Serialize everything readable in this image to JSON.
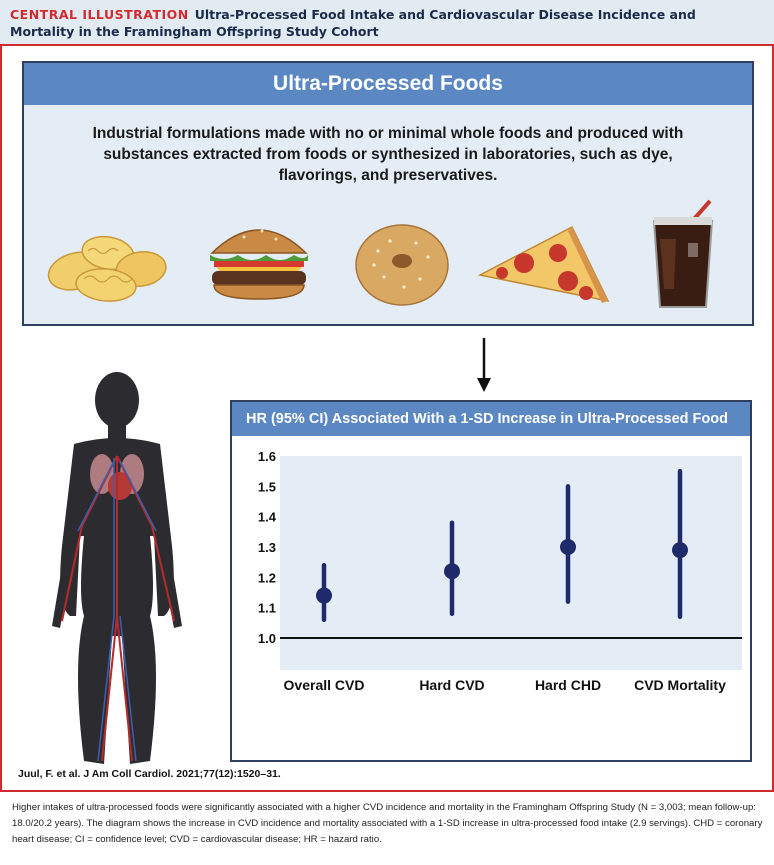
{
  "header": {
    "tag": "CENTRAL ILLUSTRATION",
    "title": "Ultra-Processed Food Intake and Cardiovascular Disease Incidence and Mortality in the Framingham Offspring Study Cohort"
  },
  "upf": {
    "title": "Ultra-Processed Foods",
    "description": "Industrial formulations made with no or minimal whole foods and produced with substances extracted from foods or synthesized in laboratories, such as dye, flavorings, and preservatives.",
    "foods": [
      "chips-icon",
      "burger-icon",
      "bagel-icon",
      "pizza-slice-icon",
      "soda-cup-icon"
    ]
  },
  "colors": {
    "accent_red": "#d12a2f",
    "title_blue": "#5b87c2",
    "marker_navy": "#1f2a6b",
    "panel_bg": "#e4edf6"
  },
  "chart_data": {
    "type": "scatter",
    "title": "HR (95% CI) Associated With a 1-SD Increase in Ultra-Processed Food",
    "categories": [
      "Overall CVD",
      "Hard CVD",
      "Hard CHD",
      "CVD Mortality"
    ],
    "values": [
      1.14,
      1.22,
      1.3,
      1.29
    ],
    "ci_low": [
      1.06,
      1.08,
      1.12,
      1.07
    ],
    "ci_high": [
      1.24,
      1.38,
      1.5,
      1.55
    ],
    "yticks": [
      "1.6",
      "1.5",
      "1.4",
      "1.3",
      "1.2",
      "1.1",
      "1.0"
    ],
    "ylim": [
      1.0,
      1.6
    ],
    "reference_line": 1.0,
    "grid": false
  },
  "citation": "Juul, F. et al. J Am Coll Cardiol. 2021;77(12):1520–31.",
  "caption": "Higher intakes of ultra-processed foods were significantly associated with a higher CVD incidence and mortality in the Framingham Offspring Study (N = 3,003; mean follow-up: 18.0/20.2 years). The diagram shows the increase in CVD incidence and mortality associated with a 1-SD increase in ultra-processed food intake (2.9 servings). CHD = coronary heart disease; CI = confidence level; CVD = cardiovascular disease; HR = hazard ratio."
}
